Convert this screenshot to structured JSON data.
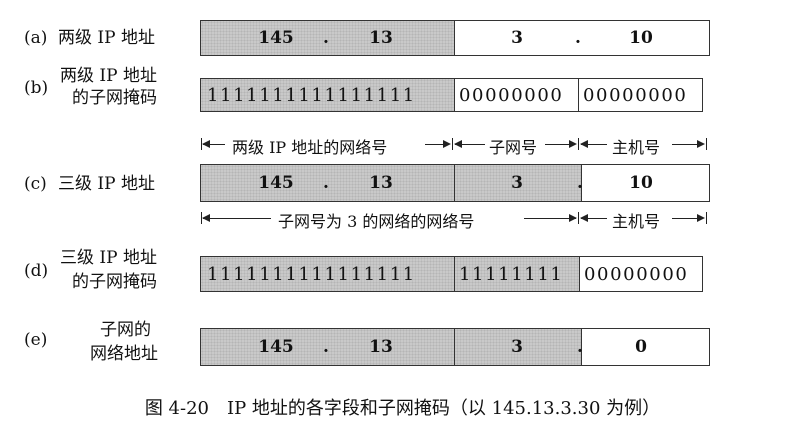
{
  "rows": {
    "a": {
      "tag": "(a)",
      "label": "两级 IP 地址",
      "v1": "145",
      "v2": "13",
      "v3": "3",
      "v4": "10"
    },
    "b": {
      "tag": "(b)",
      "label1": "两级 IP 地址",
      "label2": "的子网掩码",
      "bits1": "1111111111111111",
      "bits2": "00000000",
      "bits3": "00000000"
    },
    "c": {
      "tag": "(c)",
      "label": "三级 IP 地址",
      "v1": "145",
      "v2": "13",
      "v3": "3",
      "v4": "10",
      "span_top": {
        "net": "两级 IP 地址的网络号",
        "subnet": "子网号",
        "host": "主机号"
      },
      "span_bottom": {
        "net": "子网号为 3 的网络的网络号",
        "host": "主机号"
      }
    },
    "d": {
      "tag": "(d)",
      "label1": "三级 IP 地址",
      "label2": "的子网掩码",
      "bits1": "1111111111111111",
      "bits2": "11111111",
      "bits3": "00000000"
    },
    "e": {
      "tag": "(e)",
      "label1": "子网的",
      "label2": "网络地址",
      "v1": "145",
      "v2": "13",
      "v3": "3",
      "v4": "0"
    }
  },
  "dot": ".",
  "caption": "图 4-20　IP 地址的各字段和子网掩码（以 145.13.3.30 为例）"
}
